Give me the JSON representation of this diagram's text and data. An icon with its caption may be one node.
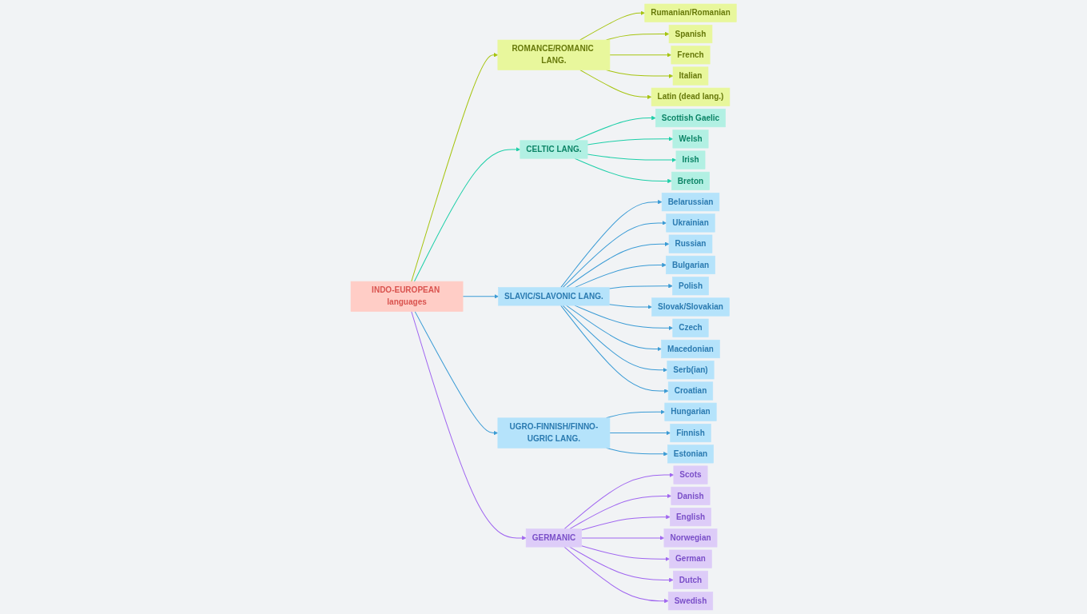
{
  "diagram": {
    "nodes": [
      {
        "text": [
          "INDO-EUROPEAN languages"
        ]
      },
      {
        "text": [
          "ROMANCE/ROMANIC LANG."
        ]
      },
      {
        "text": [
          "Rumanian/Romanian"
        ]
      },
      {
        "text": [
          "Spanish"
        ]
      },
      {
        "text": [
          "French"
        ]
      },
      {
        "text": [
          "Italian"
        ]
      },
      {
        "text": [
          "Latin (dead lang.)"
        ]
      },
      {
        "text": [
          "CELTIC LANG."
        ]
      },
      {
        "text": [
          "Scottish Gaelic"
        ]
      },
      {
        "text": [
          "Welsh"
        ]
      },
      {
        "text": [
          "Irish"
        ]
      },
      {
        "text": [
          "Breton"
        ]
      },
      {
        "text": [
          "SLAVIC/SLAVONIC LANG."
        ]
      },
      {
        "text": [
          "Belarussian"
        ]
      },
      {
        "text": [
          "Ukrainian"
        ]
      },
      {
        "text": [
          "Russian"
        ]
      },
      {
        "text": [
          "Bulgarian"
        ]
      },
      {
        "text": [
          "Polish"
        ]
      },
      {
        "text": [
          "Slovak/Slovakian"
        ]
      },
      {
        "text": [
          "Czech"
        ]
      },
      {
        "text": [
          "Macedonian"
        ]
      },
      {
        "text": [
          "Serb(ian)"
        ]
      },
      {
        "text": [
          "Croatian"
        ]
      },
      {
        "text": [
          "UGRO-FINNISH/FINNO-UGRIC LANG."
        ]
      },
      {
        "text": [
          "Hungarian"
        ]
      },
      {
        "text": [
          "Finnish"
        ]
      },
      {
        "text": [
          "Estonian"
        ]
      },
      {
        "text": [
          "GERMANIC"
        ]
      },
      {
        "text": [
          "Scots"
        ]
      },
      {
        "text": [
          "Danish"
        ]
      },
      {
        "text": [
          "English"
        ]
      },
      {
        "text": [
          "Norwegian"
        ]
      },
      {
        "text": [
          "German"
        ]
      },
      {
        "text": [
          "Dutch"
        ]
      },
      {
        "text": [
          "Swedish"
        ]
      }
    ],
    "edges": [
      {
        "from": 0,
        "to": 1,
        "arrow": "to",
        "color": "#a6c40f"
      },
      {
        "from": 1,
        "to": 2,
        "arrow": "to",
        "color": "#a6c40f"
      },
      {
        "from": 1,
        "to": 3,
        "arrow": "to",
        "color": "#a6c40f"
      },
      {
        "from": 1,
        "to": 4,
        "arrow": "to",
        "color": "#a6c40f"
      },
      {
        "from": 1,
        "to": 5,
        "arrow": "to",
        "color": "#a6c40f"
      },
      {
        "from": 1,
        "to": 6,
        "arrow": "to",
        "color": "#a6c40f"
      },
      {
        "from": 0,
        "to": 7,
        "arrow": "to",
        "color": "#1dcfa8"
      },
      {
        "from": 7,
        "to": 8,
        "arrow": "to",
        "color": "#1dcfa8"
      },
      {
        "from": 7,
        "to": 9,
        "arrow": "to",
        "color": "#1dcfa8"
      },
      {
        "from": 7,
        "to": 10,
        "arrow": "to",
        "color": "#1dcfa8"
      },
      {
        "from": 7,
        "to": 11,
        "arrow": "to",
        "color": "#1dcfa8"
      },
      {
        "from": 0,
        "to": 12,
        "arrow": "to"
      },
      {
        "from": 12,
        "to": 13,
        "arrow": "to"
      },
      {
        "from": 12,
        "to": 14,
        "arrow": "to"
      },
      {
        "from": 12,
        "to": 15,
        "arrow": "to"
      },
      {
        "from": 12,
        "to": 16,
        "arrow": "to"
      },
      {
        "from": 12,
        "to": 17,
        "arrow": "to"
      },
      {
        "from": 12,
        "to": 18,
        "arrow": "to"
      },
      {
        "from": 12,
        "to": 19,
        "arrow": "to"
      },
      {
        "from": 12,
        "to": 20,
        "arrow": "to"
      },
      {
        "from": 12,
        "to": 21,
        "arrow": "to"
      },
      {
        "from": 12,
        "to": 22,
        "arrow": "to"
      },
      {
        "from": 0,
        "to": 23,
        "arrow": "to"
      },
      {
        "from": 23,
        "to": 24,
        "arrow": "to"
      },
      {
        "from": 23,
        "to": 25,
        "arrow": "to"
      },
      {
        "from": 23,
        "to": 26,
        "arrow": "to"
      },
      {
        "from": 0,
        "to": 27,
        "arrow": "to",
        "color": "#a066f0"
      },
      {
        "from": 27,
        "to": 28,
        "arrow": "to",
        "color": "#a066f0"
      },
      {
        "from": 27,
        "to": 29,
        "arrow": "to",
        "color": "#a066f0"
      },
      {
        "from": 27,
        "to": 30,
        "arrow": "to",
        "color": "#a066f0"
      },
      {
        "from": 27,
        "to": 31,
        "arrow": "to",
        "color": "#a066f0"
      },
      {
        "from": 27,
        "to": 32,
        "arrow": "to",
        "color": "#a066f0"
      },
      {
        "from": 27,
        "to": 33,
        "arrow": "to",
        "color": "#a066f0"
      },
      {
        "from": 27,
        "to": 34,
        "arrow": "to",
        "color": "#a066f0"
      }
    ]
  }
}
